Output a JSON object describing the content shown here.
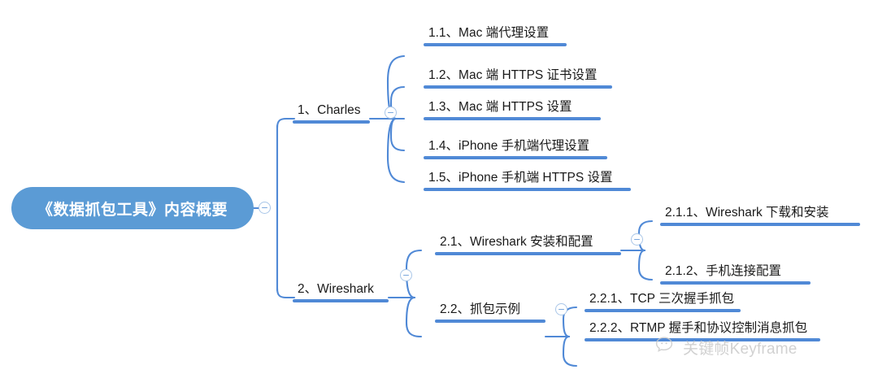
{
  "document": {
    "type": "mindmap",
    "title": "《数据抓包工具》内容概要"
  },
  "colors": {
    "root_fill": "#5b9bd5",
    "root_text": "#ffffff",
    "bar": "#5089d6",
    "edge": "#5089d6",
    "toggle_border": "#a9c6e8",
    "node_text": "#1a1a1a",
    "watermark": "#c9c9c9",
    "background": "#ffffff"
  },
  "root": {
    "label": "《数据抓包工具》内容概要",
    "toggle": "collapse-toggle"
  },
  "branches": [
    {
      "id": "b1",
      "label": "1、Charles",
      "toggle": "collapse-toggle",
      "children": [
        {
          "id": "b1c1",
          "label": "1.1、Mac 端代理设置"
        },
        {
          "id": "b1c2",
          "label": "1.2、Mac 端 HTTPS 证书设置"
        },
        {
          "id": "b1c3",
          "label": "1.3、Mac 端 HTTPS 设置"
        },
        {
          "id": "b1c4",
          "label": "1.4、iPhone 手机端代理设置"
        },
        {
          "id": "b1c5",
          "label": "1.5、iPhone 手机端 HTTPS 设置"
        }
      ]
    },
    {
      "id": "b2",
      "label": "2、Wireshark",
      "toggle": "collapse-toggle",
      "children": [
        {
          "id": "b2c1",
          "label": "2.1、Wireshark 安装和配置",
          "toggle": "collapse-toggle",
          "children": [
            {
              "id": "b2c1g1",
              "label": "2.1.1、Wireshark 下载和安装"
            },
            {
              "id": "b2c1g2",
              "label": "2.1.2、手机连接配置"
            }
          ]
        },
        {
          "id": "b2c2",
          "label": "2.2、抓包示例",
          "toggle": "collapse-toggle",
          "children": [
            {
              "id": "b2c2g1",
              "label": "2.2.1、TCP 三次握手抓包"
            },
            {
              "id": "b2c2g2",
              "label": "2.2.2、RTMP 握手和协议控制消息抓包"
            }
          ]
        }
      ]
    }
  ],
  "watermark": {
    "icon": "wechat-chat-bubble-icon",
    "text": "关键帧Keyframe"
  }
}
